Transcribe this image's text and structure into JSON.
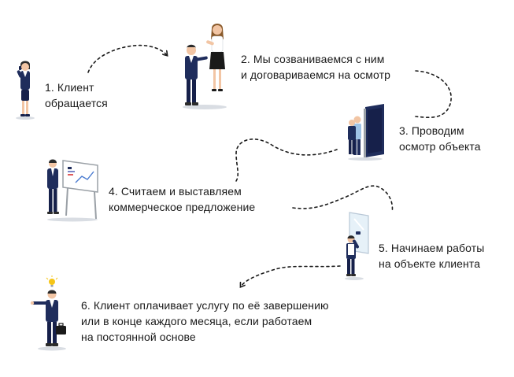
{
  "steps": [
    {
      "id": "step-1",
      "icon": "phone-call-person-icon",
      "lines": [
        "1. Клиент",
        "обращается"
      ]
    },
    {
      "id": "step-2",
      "icon": "handshake-people-icon",
      "lines": [
        "2. Мы созваниваемся с ним",
        "и договариваемся на осмотр"
      ]
    },
    {
      "id": "step-3",
      "icon": "door-inspection-icon",
      "lines": [
        "3. Проводим",
        "осмотр объекта"
      ]
    },
    {
      "id": "step-4",
      "icon": "whiteboard-presentation-icon",
      "lines": [
        "4. Считаем и выставляем",
        "коммерческое предложение"
      ]
    },
    {
      "id": "step-5",
      "icon": "window-cleaning-worker-icon",
      "lines": [
        "5. Начинаем работы",
        "на объекте клиента"
      ]
    },
    {
      "id": "step-6",
      "icon": "businessman-idea-icon",
      "lines": [
        "6. Клиент оплачивает услугу по её завершению",
        "или в конце каждого месяца, если работаем",
        "на постоянной основе"
      ]
    }
  ],
  "colors": {
    "text": "#1a1a1a",
    "navy": "#1f2d5c",
    "navy_dark": "#16204a",
    "skin": "#f2c5a4",
    "hair_dark": "#2b2b2b",
    "hair_brown": "#8a5a2b",
    "white": "#ffffff",
    "shirt_light": "#9fc3e6",
    "board_frame": "#9aa0a6",
    "bulb": "#f5c518",
    "connector": "#1a1a1a"
  }
}
